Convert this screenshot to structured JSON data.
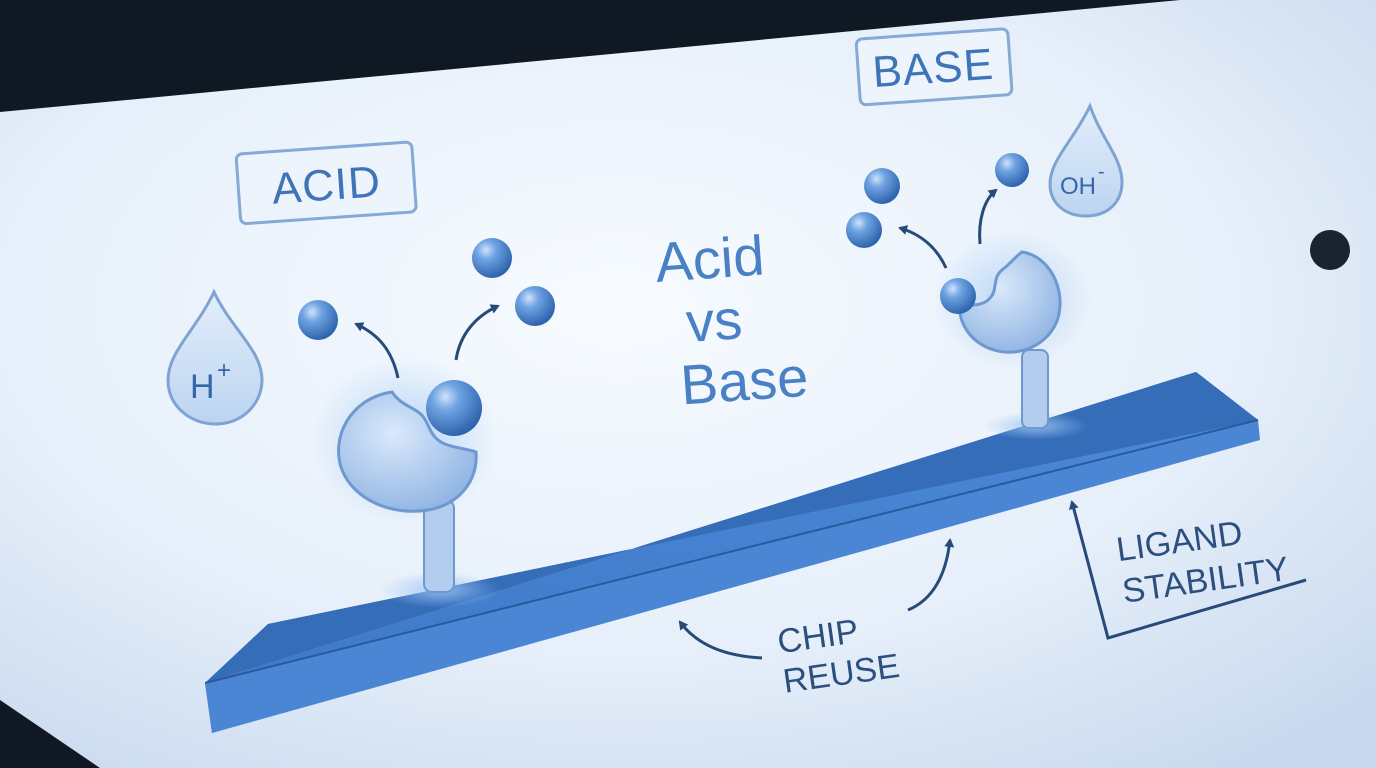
{
  "labels": {
    "acid": "ACID",
    "base": "BASE"
  },
  "title": {
    "line1": "Acid",
    "line2": "vs",
    "line3": "Base"
  },
  "ions": {
    "acid_ion": "H",
    "acid_charge": "+",
    "base_ion": "OH",
    "base_charge": "-"
  },
  "annotations": {
    "chip_reuse_line1": "CHIP",
    "chip_reuse_line2": "REUSE",
    "ligand_line1": "LIGAND",
    "ligand_line2": "STABILITY"
  },
  "colors": {
    "accent": "#3f74b8",
    "chip_top": "#3d78c8",
    "chip_side": "#2a5ea8",
    "receptor": "#a9c7ec",
    "sphere": "#5b93d6"
  }
}
